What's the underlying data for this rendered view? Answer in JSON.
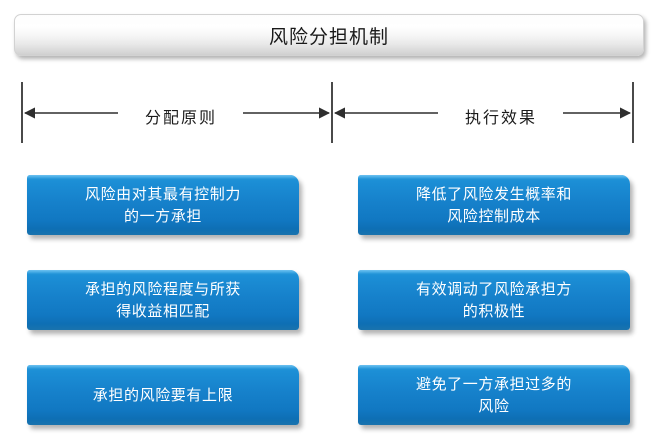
{
  "diagram": {
    "title": "风险分担机制",
    "brackets": [
      {
        "label": "分配原则"
      },
      {
        "label": "执行效果"
      }
    ],
    "columns": [
      {
        "name": "分配原则",
        "boxes": [
          {
            "text": "风险由对其最有控制力\n的一方承担"
          },
          {
            "text": "承担的风险程度与所获\n得收益相匹配"
          },
          {
            "text": "承担的风险要有上限"
          }
        ]
      },
      {
        "name": "执行效果",
        "boxes": [
          {
            "text": "降低了风险发生概率和\n风险控制成本"
          },
          {
            "text": "有效调动了风险承担方\n的积极性"
          },
          {
            "text": "避免了一方承担过多的\n风险"
          }
        ]
      }
    ],
    "colors": {
      "box_fill_top": "#2a9bdc",
      "box_fill_bottom": "#0e6fb4",
      "box_text": "#ffffff",
      "banner_text": "#1a1a1a",
      "line": "#3a3a3a"
    }
  }
}
